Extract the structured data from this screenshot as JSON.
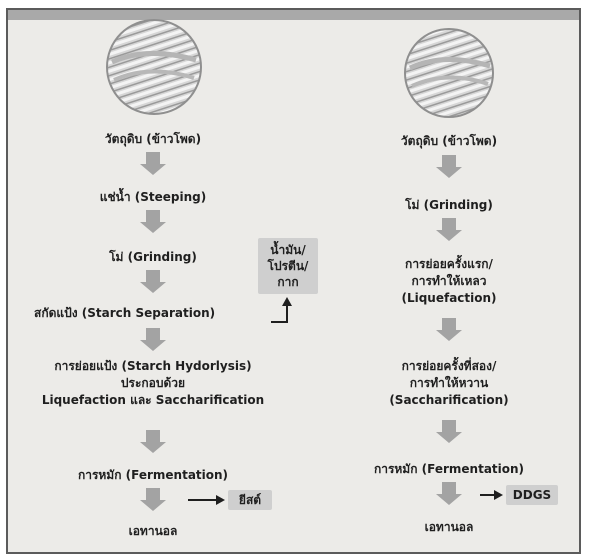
{
  "left_flow": {
    "raw_material": "วัตถุดิบ (ข้าวโพด)",
    "steeping": "แช่น้ำ (Steeping)",
    "grinding": "โม่ (Grinding)",
    "starch_separation": "สกัดแป้ง (Starch Separation)",
    "hydrolysis_lines": [
      "การย่อยแป้ง (Starch Hydorlysis)",
      "ประกอบด้วย",
      "Liquefaction และ Saccharification"
    ],
    "fermentation": "การหมัก (Fermentation)",
    "yeast": "ยีสต์",
    "ethanol": "เอทานอล"
  },
  "byproduct_lines": [
    "น้ำมัน/",
    "โปรตีน/",
    "กาก"
  ],
  "right_flow": {
    "raw_material": "วัตถุดิบ (ข้าวโพด)",
    "grinding": "โม่ (Grinding)",
    "liquefaction_lines": [
      "การย่อยครั้งแรก/",
      "การทำให้เหลว",
      "(Liquefaction)"
    ],
    "saccharification_lines": [
      "การย่อยครั้งที่สอง/",
      "การทำให้หวาน",
      "(Saccharification)"
    ],
    "fermentation": "การหมัก (Fermentation)",
    "ddgs": "DDGS",
    "ethanol": "เอทานอล"
  },
  "colors": {
    "frame_bg": "#ecebe8",
    "arrow_fill": "#a3a3a3",
    "side_box": "#cfcfcf",
    "text": "#1f1f1f"
  }
}
